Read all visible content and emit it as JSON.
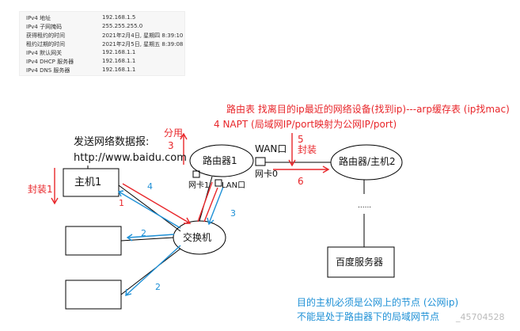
{
  "ipv4_panel": {
    "rows": [
      {
        "label": "IPv4 地址",
        "value": "192.168.1.5"
      },
      {
        "label": "IPv4 子网掩码",
        "value": "255.255.255.0"
      },
      {
        "label": "获得租约的时间",
        "value": "2021年2月4日, 星期四 8:39:10"
      },
      {
        "label": "租约过期的时间",
        "value": "2021年2月5日, 星期五 8:39:08"
      },
      {
        "label": "IPv4 默认网关",
        "value": "192.168.1.1"
      },
      {
        "label": "IPv4 DHCP 服务器",
        "value": "192.168.1.1"
      },
      {
        "label": "IPv4 DNS 服务器",
        "value": "192.168.1.1"
      }
    ]
  },
  "labels": {
    "route_table": "路由表 找离目的ip最近的网络设备(找到ip)---arp缓存表 (ip找mac)",
    "napt": "4 NAPT (局域网IP/port映射为公网IP/port)",
    "fenyong": "分用",
    "num3": "3",
    "send_packet": "发送网络数据报:",
    "url": "http://www.baidu.com",
    "wan": "WAN口",
    "num5": "5",
    "fengzhuang": "封装",
    "router1": "路由器1",
    "router2": "路由器/主机2",
    "wangka1": "网卡1",
    "lan": "LAN口",
    "wangka0": "网卡0",
    "num6": "6",
    "feng1": "封装1",
    "host1": "主机1",
    "num4": "4",
    "num1": "1",
    "num2": "2",
    "num2b": "2",
    "num3b": "3",
    "switch": "交换机",
    "baidu": "百度服务器",
    "dots": "......",
    "note1": "目的主机必须是公网上的节点 (公网ip)",
    "note2": "不能是处于路由器下的局域网节点",
    "watermark": "_45704528"
  },
  "colors": {
    "red": "#e8262a",
    "blue": "#1e90d6",
    "black": "#111111"
  }
}
